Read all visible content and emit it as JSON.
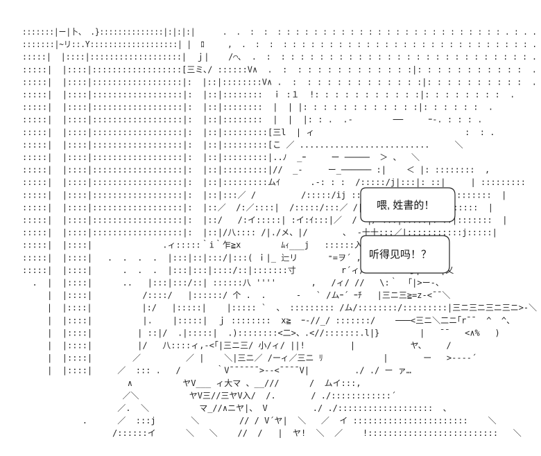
{
  "art": {
    "color": "#222222",
    "lines": [
      ":::::::|ー|卜、 .}::::::::::::::|:|:|:|      .  .  :  :  : : : : : : : : : : : : : : : : : : : : : : : : : . : . .",
      ":::::::|~リ::.Y:::::::::::::::::::| |  ﾛ     ,  .  :  :  : : : : : : : : : : : : : : : : : : : : : : : : : : : .",
      ":::::|  |::::|:::::::::::::::::::|  ｊ|    /⌒､  .  :  : : : : : : : : : : : : : : : : : : : : : : : : : : .",
      ":::::|  |::::|::::::::::::::::::[三ミ､/ ::::::V∧  .  :  : : : : : : : : : : : :|: : : : : : : : : : :  .",
      ":::::|  |::::|::::::::::::::::::|:  |::|::::::::V∧ .  :  : : : : : : : : : : : :|: : : : : : : : : :  .",
      ":::::|  |::::|::::::::::::::::::|:  |::|::::::::  ｉ :１  !: : : : : : : : : : :|: : : : : : : :  .",
      ":::::|  |::::|::::::::::::::::::|:  |::|::::::::  |  | |: : : : : : : : : : : :|: : : : : :  .",
      ":::::|  |::::|::::::::::::::::::|:  |::|::::::::  |  |  |: : .  .-        ──     ｰ-. : : : .",
      ":::::|  |::::|::::::::::::::::::|:  |::|:::::::::[三l  | ィ                              :  : .",
      ":::::|  |::::|::::::::::::::::::|:  |::|:::::::::[こ ／ ..........................     ＼",
      ":::::|  |::::|::::::::::::::::::|:  |::|:::::::::|..ﾉ  _ｰ     ー ─────  ＞ 、  ＼",
      ":::::|  |::::|::::::::::::::::::|:  |::|:::::::::|//  _-     ー_────── :|    ＜ |: ::::::::  ,",
      ":::::|  |::::|::::::::::::::::::|:  |::|:::::::::ムｲ      .-: : :  /:::::/j|:::|: ::|     | :::::::::",
      ":::::|  |::::|::::::::::::::::::|:  |::|:::／ /         /:::::/ij ::|:  :|:::::|: ::|:::::::::  |",
      ":::::|  |::::|::::::::::::::::::|:  |::／  /:／::::|  /:::::/:::／ /|::::j:::::|: ::|:::::::  |",
      ":::::|  |::::|::::::::::::::::::|:  |::/   /:イ:::::| :イ:ｲ:::|／  /  |/ :::|:::::|: ::|:::::::  |",
      ":::::|  |::::|::::::::::::::::::|:  |::|/八:::: /|./メ、|/       ､  ‐十十:::／|:::::::::::j:::::|",
      ":::::|  |::::|              .ィ:::::｀i｀乍≧x        ﾑｨ___j   ::::::入|::::|f",
      ":::::|  |::::|   .  .  .  .  |:::|::|:::/|:::( ｉ|_ 辷リ      ⁼=ヲ´ ,ｨ ｀< ﾚ!:::|",
      ":::::|  |::::|      .  .  .  |:::|:::|::::/::|:::::::寸         r´ィ/.::-ｧ  ｀寸|::::|乂",
      "  .  |  |::::|      ..   |:::|:::/::| ::::::八 ''''       ,   /ィ/ //   \\:｀  ｢|>ー-、",
      "     |  |::::|          /::::/   |::::::/ 个 .  .      ‐   ` /ムｰ´ ｰﾁ   |三ニ三≧=z-<¯¯＼",
      "     |  |::::|          |:/   |:::::|    |::::: `  、 ::::::::: /ム/::::::::/:::::::::|三ニ三ニ三ニ三ニ>-＼",
      "     |  |::::|          |.    |:::::|  ｊ ::::::::  x≧  ｰ-//_/ :::::::/    ───<三ニ＼二ニ｢r¯¯  ^  ^、",
      "     |  |::::|         | ::|/  .|:::::|  .)::::::::<二>、.<//:::::::.l|}        |   ¯¯   <∧%   )",
      "     |  |::::|         |/   八::::ィ,-<｢|三ニ三/ 小/ィ/ ||!         |           ヤ、    /",
      "     |  |::::|        ／         ／ |    ＼|三ニ／ /ーィ／三ニ ﾘ            |       ー   >----´",
      "     |  |::::|     ／  ::: .   /       ｀V¯¯¯¯¯¯>--<¯¯¯¯V|         ./ ./ ー ァ…",
      "                     ∧          ヤV___ ィ大マ 、__///      /  ムイ:::,",
      "                    ／＼          ヤV三//三ヤV入/  /.       / ./::::::::::::´",
      "                   ／.  ＼          マ_//∧ニヤ|、 V         ./ ./:::::::::::::::::::  、",
      "            .      ／  :::j       ＼        // / V´ヤ|  ＼   ／  イ :::::::::::::::::::::::    ＼",
      "                  /::::::イ      ＼   ＼    //  /   |  ヤ!  ＼  ／    !::::::::::::::::::::::::::   ＼"
    ]
  },
  "dialogue": {
    "line1": "喂, 姓書的！",
    "line2": "听得见吗！？"
  }
}
